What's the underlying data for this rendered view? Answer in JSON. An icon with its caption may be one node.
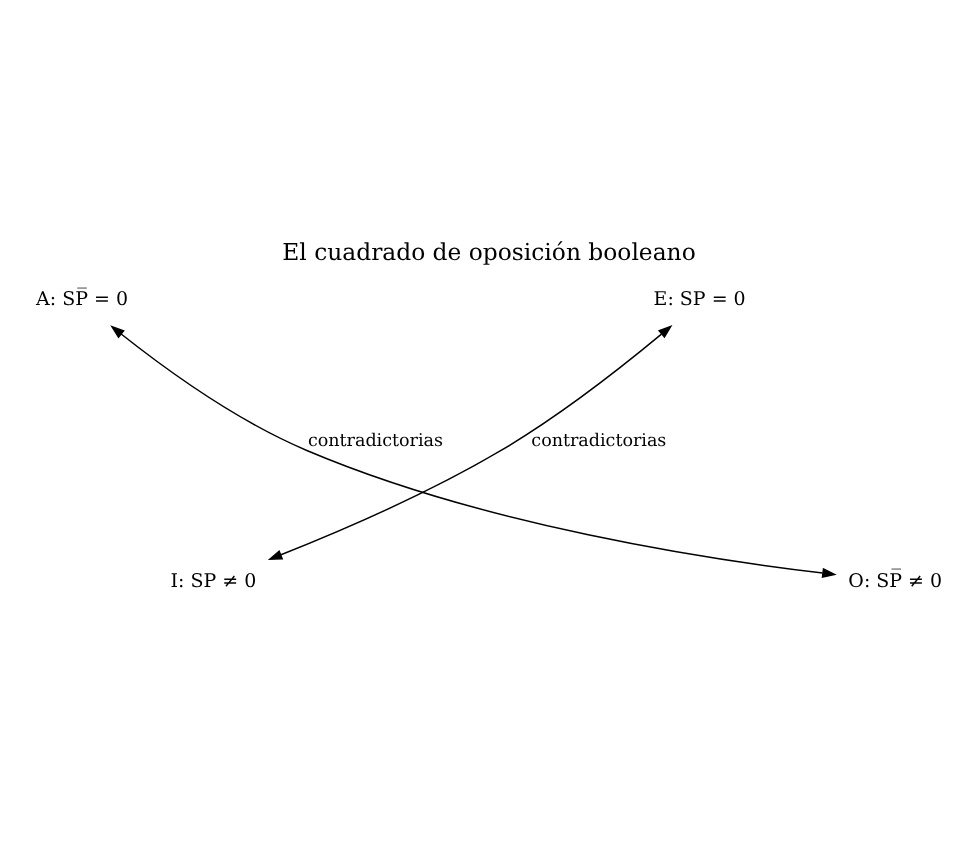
{
  "diagram": {
    "title": "El cuadrado de oposición booleano",
    "nodes": [
      {
        "text": [
          "A: SP̅ = 0"
        ]
      },
      {
        "text": [
          "E: SP = 0"
        ]
      },
      {
        "text": [
          "I: SP ≠ 0"
        ]
      },
      {
        "text": [
          "O: SP̅ ≠ 0"
        ]
      }
    ],
    "edges": [
      {
        "from": 0,
        "to": 3,
        "arrow": "both",
        "label": "contradictorias"
      },
      {
        "from": 1,
        "to": 2,
        "arrow": "both",
        "label": "contradictorias"
      }
    ]
  }
}
